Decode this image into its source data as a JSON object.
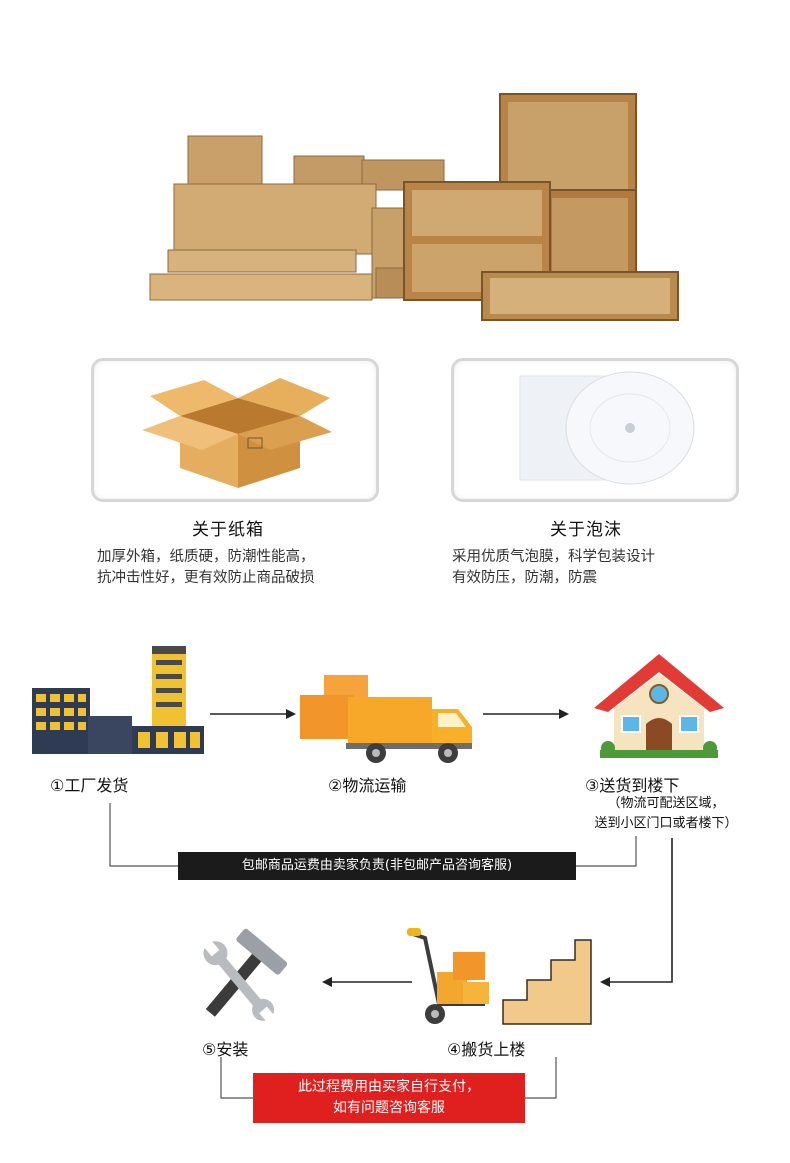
{
  "packaging": {
    "carton_title": "关于纸箱",
    "carton_desc": "加厚外箱，纸质硬，防潮性能高，\n抗冲击性好，更有效防止商品破损",
    "foam_title": "关于泡沫",
    "foam_desc": "采用优质气泡膜，科学包装设计\n有效防压，防潮，防震"
  },
  "flow": {
    "step1": "①工厂发货",
    "step2": "②物流运输",
    "step3": "③送货到楼下",
    "step3_note": "（物流可配送区域，\n送到小区门口或者楼下）",
    "step4": "④搬货上楼",
    "step5": "⑤安装",
    "free_shipping_note": "包邮商品运费由卖家负责(非包邮产品咨询客服)",
    "buyer_pays_note": "此过程费用由买家自行支付，\n如有问题咨询客服"
  },
  "colors": {
    "cardboard": "#c9a06a",
    "black_banner": "#1b1b1b",
    "red_banner": "#e0201f"
  },
  "icons": [
    "boxes-photo",
    "open-box-icon",
    "foam-roll-icon",
    "factory-icon",
    "truck-icon",
    "house-icon",
    "hand-truck-icon",
    "tools-icon",
    "arrow-right-icon",
    "arrow-left-icon"
  ]
}
